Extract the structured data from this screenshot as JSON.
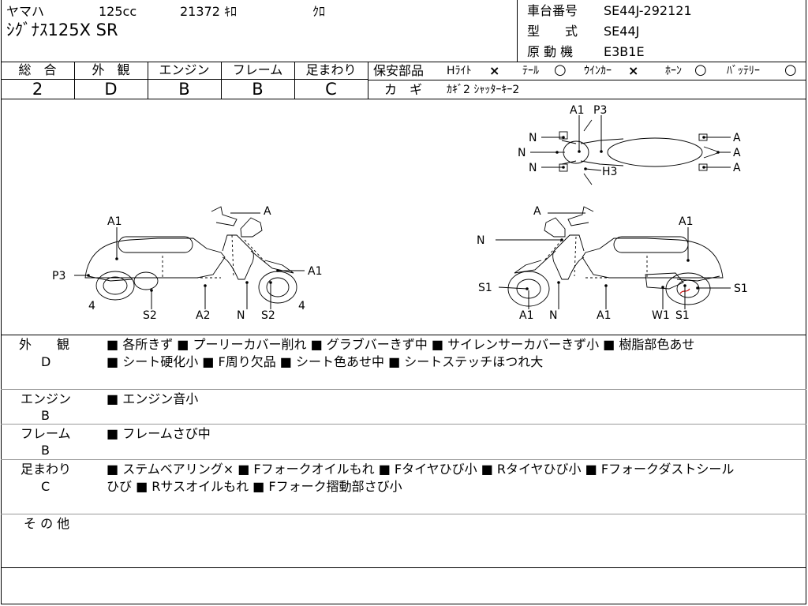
{
  "header": {
    "maker": "ヤマハ",
    "displacement": "125cc",
    "mileage": "21372 ｷﾛ",
    "color": "ｸﾛ",
    "model_name": "ｼｸﾞﾅｽ125X SR",
    "frame_no_label": "車台番号",
    "frame_no": "SE44J-292121",
    "type_label": "型　　式",
    "type": "SE44J",
    "engine_label": "原 動 機",
    "engine": "E3B1E"
  },
  "grades": {
    "labels": [
      "総　合",
      "外　観",
      "エンジン",
      "フレーム",
      "足まわり"
    ],
    "values": [
      "2",
      "D",
      "B",
      "B",
      "C"
    ]
  },
  "safety": {
    "label": "保安部品",
    "headlight": "Hﾗｲﾄ",
    "headlight_mark": "×",
    "tail": "ﾃｰﾙ",
    "tail_mark": "○",
    "winker": "ｳｲﾝｶｰ",
    "winker_mark": "×",
    "horn": "ﾎｰﾝ",
    "horn_mark": "○",
    "battery": "ﾊﾞｯﾃﾘｰ",
    "battery_mark": "○"
  },
  "keys": {
    "label": "カ　ギ",
    "value": "ｶｷﾞ2 ｼｬｯﾀｰｷｰ2"
  },
  "diagram": {
    "left": [
      "A",
      "A1",
      "P3",
      "A1",
      "4",
      "S2",
      "A2",
      "N",
      "S2",
      "4"
    ],
    "right": [
      "A",
      "A1",
      "N",
      "S1",
      "A1",
      "N",
      "A1",
      "W1",
      "S1",
      "S1"
    ],
    "top": [
      "A1",
      "P3",
      "N",
      "N",
      "N",
      "H3",
      "A",
      "A",
      "A"
    ]
  },
  "remarks": [
    {
      "label": "外　　観",
      "grade": "D",
      "lines": [
        "■ 各所きず ■ プーリーカバー削れ ■ グラブバーきず中 ■ サイレンサーカバーきず小 ■ 樹脂部色あせ",
        "■ シート硬化小 ■ F周り欠品 ■ シート色あせ中 ■ シートステッチほつれ大"
      ]
    },
    {
      "label": "エンジン",
      "grade": "B",
      "lines": [
        "■ エンジン音小"
      ]
    },
    {
      "label": "フレーム",
      "grade": "B",
      "lines": [
        "■ フレームさび中"
      ]
    },
    {
      "label": "足まわり",
      "grade": "C",
      "lines": [
        "■ ステムベアリング× ■ Fフォークオイルもれ ■ Fタイヤひび小 ■ Rタイヤひび小 ■ Fフォークダストシール",
        "ひび ■ Rサスオイルもれ ■ Fフォーク摺動部さび小"
      ]
    },
    {
      "label": "そ の 他",
      "grade": "",
      "lines": []
    }
  ]
}
